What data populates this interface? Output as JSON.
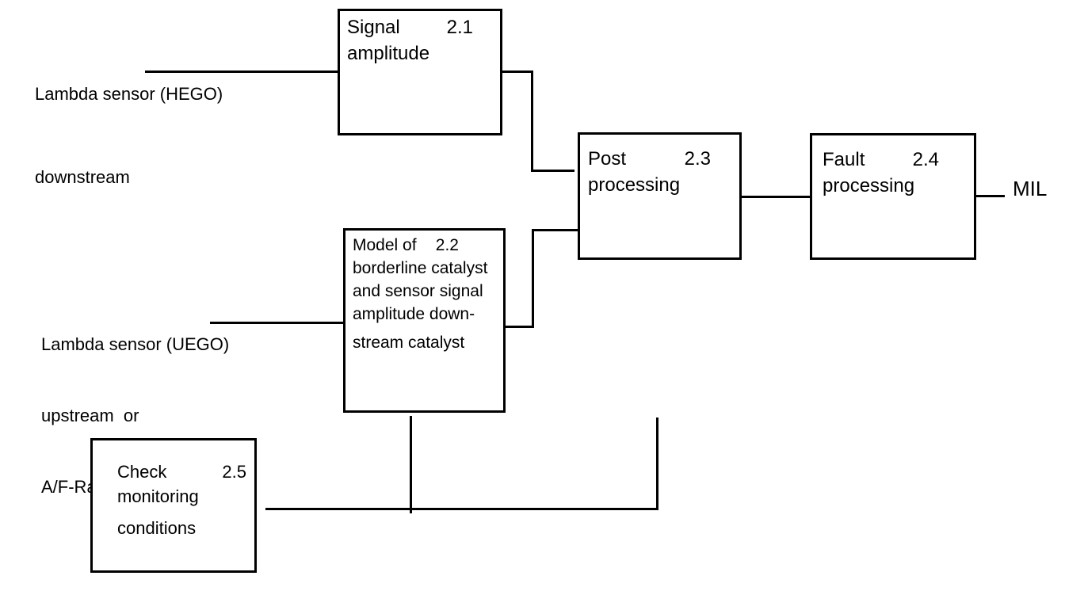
{
  "colors": {
    "background": "#ffffff",
    "line": "#000000",
    "text": "#000000"
  },
  "inputs": {
    "hego": {
      "line1": "Lambda sensor (HEGO)",
      "line2": "downstream"
    },
    "uego": {
      "line1": "Lambda sensor (UEGO)",
      "line2": "upstream  or",
      "line3": "A/F-Ratio (HEGO)"
    }
  },
  "outputs": {
    "mil": "MIL"
  },
  "boxes": {
    "signal": {
      "number": "2.1",
      "line1": "Signal",
      "line2": "amplitude"
    },
    "model": {
      "number": "2.2",
      "line1": "Model of",
      "line2": "borderline catalyst",
      "line3": "and sensor signal",
      "line4": "amplitude down-",
      "line5": "stream catalyst"
    },
    "post": {
      "number": "2.3",
      "line1": "Post",
      "line2": "processing"
    },
    "fault": {
      "number": "2.4",
      "line1": "Fault",
      "line2": "processing"
    },
    "check": {
      "number": "2.5",
      "line1": "Check",
      "line2": "monitoring",
      "line3": "conditions"
    }
  }
}
